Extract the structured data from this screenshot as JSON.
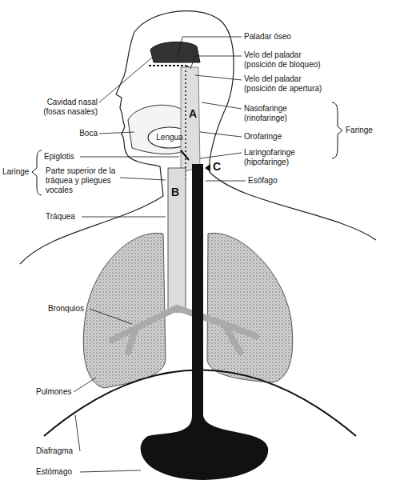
{
  "diagram": {
    "labels": [
      "Paladar óseo",
      "Velo del paladar (posición de bloqueo)",
      "Velo del paladar (posición de apertura)",
      "Cavidad nasal (fosas nasales)",
      "A",
      "Nasofaringe (rinofaringe)",
      "Boca",
      "Lengua",
      "Orofaringe",
      "Faringe",
      "Epiglotis",
      "Laringofaringe (hipofaringe)",
      "Laringe",
      "Parte superior de la tráquea y pliegues vocales",
      "C",
      "B",
      "Esófago",
      "Tráquea",
      "Bronquios",
      "Pulmones",
      "Diafragma",
      "Estómago"
    ]
  }
}
